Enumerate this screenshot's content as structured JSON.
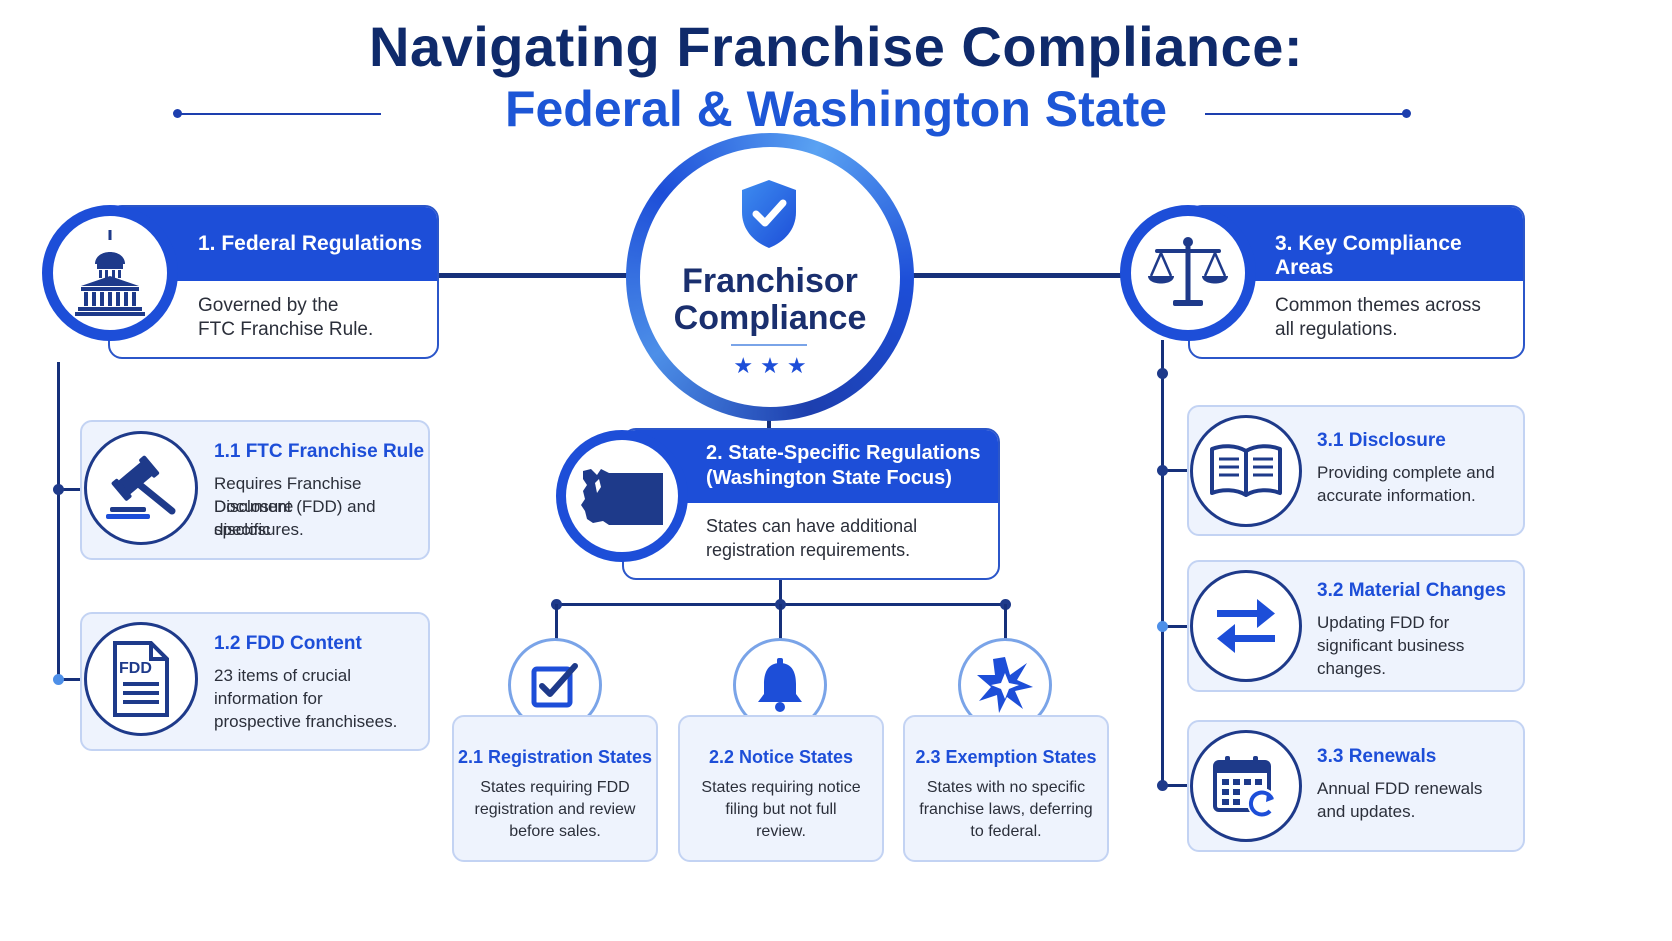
{
  "title": {
    "line1": "Navigating Franchise Compliance:",
    "line2": "Federal & Washington State"
  },
  "center": {
    "line1": "Franchisor",
    "line2": "Compliance",
    "icon": "shield-check-icon",
    "stars": "★ ★ ★"
  },
  "federal": {
    "title": "1. Federal Regulations",
    "desc_line1": "Governed by the",
    "desc_line2": "FTC Franchise Rule.",
    "icon": "capitol-building-icon",
    "items": [
      {
        "title": "1.1 FTC Franchise Rule",
        "lines": [
          "Requires Franchise Disclosure",
          "Document (FDD) and specific",
          "disclosures."
        ],
        "icon": "gavel-icon"
      },
      {
        "title": "1.2 FDD Content",
        "lines": [
          "23 items of crucial",
          "information for",
          "prospective franchisees."
        ],
        "icon": "fdd-document-icon",
        "icon_label": "FDD"
      }
    ]
  },
  "state": {
    "title_line1": "2. State-Specific Regulations",
    "title_line2": "(Washington State Focus)",
    "desc_line1": "States can have additional",
    "desc_line2": "registration requirements.",
    "icon": "washington-state-map-icon",
    "items": [
      {
        "title": "2.1 Registration States",
        "lines": [
          "States requiring FDD",
          "registration and review",
          "before sales."
        ],
        "icon": "checkbox-icon"
      },
      {
        "title": "2.2 Notice States",
        "lines": [
          "States requiring notice",
          "filing but not full",
          "review."
        ],
        "icon": "bell-icon"
      },
      {
        "title": "2.3 Exemption States",
        "lines": [
          "States with no specific",
          "franchise laws, deferring",
          "to federal."
        ],
        "icon": "starburst-icon"
      }
    ]
  },
  "key": {
    "title": "3. Key Compliance Areas",
    "desc_line1": "Common themes across",
    "desc_line2": "all regulations.",
    "icon": "scales-of-justice-icon",
    "items": [
      {
        "title": "3.1 Disclosure",
        "lines": [
          "Providing complete and",
          "accurate information."
        ],
        "icon": "open-book-icon"
      },
      {
        "title": "3.2 Material Changes",
        "lines": [
          "Updating FDD for",
          "significant business",
          "changes."
        ],
        "icon": "swap-arrows-icon"
      },
      {
        "title": "3.3 Renewals",
        "lines": [
          "Annual FDD renewals",
          "and updates."
        ],
        "icon": "calendar-renew-icon"
      }
    ]
  },
  "colors": {
    "primary": "#1d4ed8",
    "navy": "#0f2a6b",
    "card_fill": "#eef3fd"
  }
}
